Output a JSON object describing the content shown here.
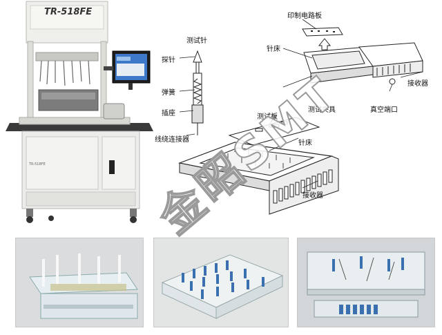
{
  "machine": {
    "model": "TR-518FE",
    "panel_text": "TR-518FE"
  },
  "probe_diagram": {
    "title": "测试针",
    "labels": {
      "probe": "探针",
      "spring": "弹簧",
      "socket": "插座",
      "wire_connector": "线绕连接器"
    }
  },
  "fixture_diagram": {
    "labels": {
      "printed_circuit_board": "印制电路板",
      "needle_bed_top": "针床",
      "receiver_top": "接收器",
      "test_board": "测试板",
      "test_fixture": "测试夹具",
      "vacuum_port": "真空端口",
      "needle_bed_bottom": "针床",
      "receiver_bottom": "接收器"
    }
  },
  "watermark": "金昭SMT",
  "colors": {
    "machine_body": "#e9e9e6",
    "machine_shadow": "#bdbdb8",
    "fixture_blue": "#3a6fb0",
    "photo_bg": "#d9dcdf"
  }
}
